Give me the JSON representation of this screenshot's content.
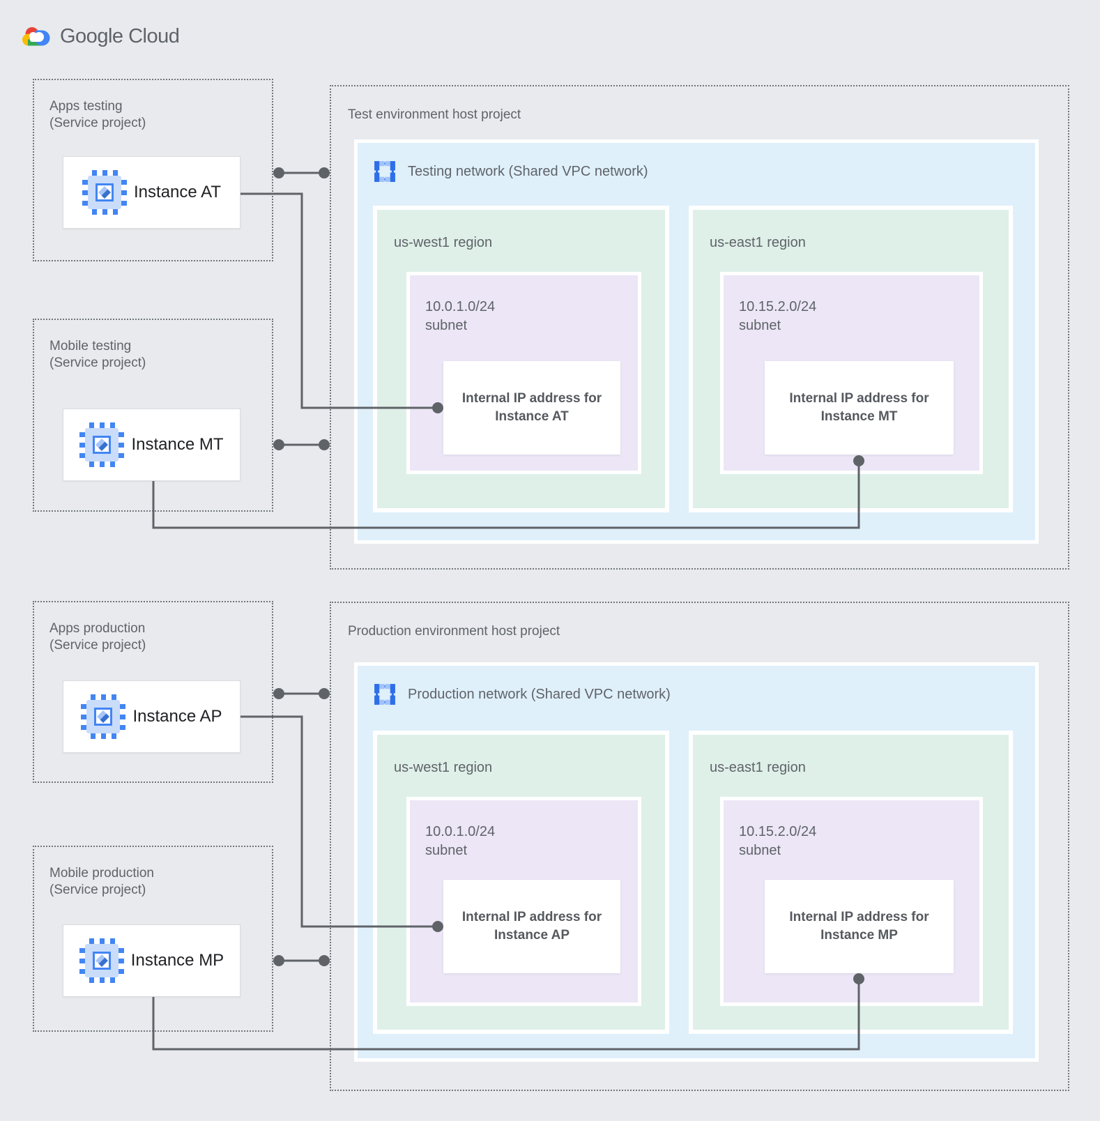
{
  "logo": {
    "text": "Google Cloud"
  },
  "colors": {
    "background": "#E8EAED",
    "network_fill": "#DFF0FB",
    "region_fill": "#DFF0E9",
    "subnet_fill": "#ECE6F6",
    "connector": "#5F6368",
    "icon_blue": "#4285F4",
    "icon_blue_light": "#A6C5F9"
  },
  "test": {
    "host_title": "Test environment host project",
    "network_label": "Testing network (Shared VPC network)",
    "services": [
      {
        "name": "Apps testing",
        "type": "(Service project)",
        "instance": "Instance AT"
      },
      {
        "name": "Mobile testing",
        "type": "(Service project)",
        "instance": "Instance MT"
      }
    ],
    "regions": [
      {
        "name": "us-west1 region",
        "cidr": "10.0.1.0/24",
        "subnet_word": "subnet",
        "ip_line1": "Internal IP address for",
        "ip_line2": "Instance AT"
      },
      {
        "name": "us-east1 region",
        "cidr": "10.15.2.0/24",
        "subnet_word": "subnet",
        "ip_line1": "Internal IP address for",
        "ip_line2": "Instance MT"
      }
    ]
  },
  "prod": {
    "host_title": "Production environment host project",
    "network_label": "Production network (Shared VPC network)",
    "services": [
      {
        "name": "Apps production",
        "type": "(Service project)",
        "instance": "Instance AP"
      },
      {
        "name": "Mobile production",
        "type": "(Service project)",
        "instance": "Instance MP"
      }
    ],
    "regions": [
      {
        "name": "us-west1 region",
        "cidr": "10.0.1.0/24",
        "subnet_word": "subnet",
        "ip_line1": "Internal IP address for",
        "ip_line2": "Instance AP"
      },
      {
        "name": "us-east1 region",
        "cidr": "10.15.2.0/24",
        "subnet_word": "subnet",
        "ip_line1": "Internal IP address for",
        "ip_line2": "Instance MP"
      }
    ]
  }
}
